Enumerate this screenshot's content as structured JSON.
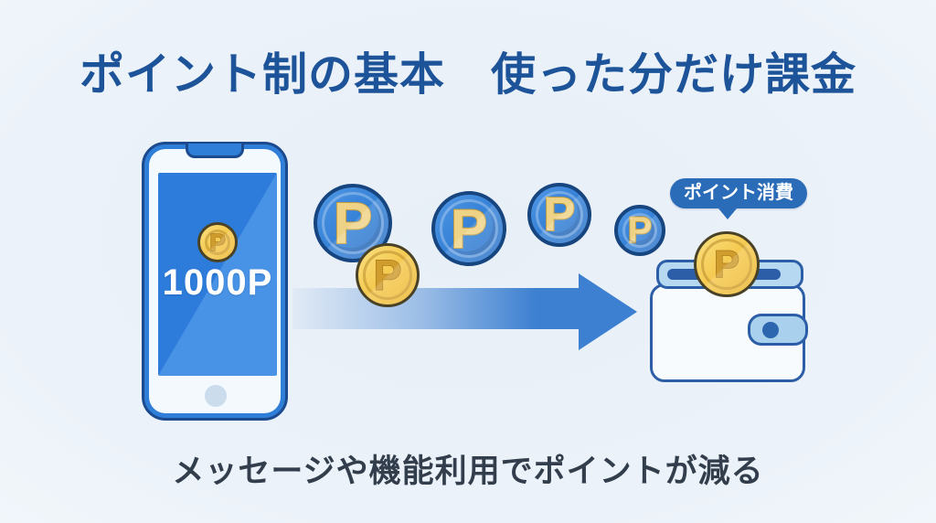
{
  "title": "ポイント制の基本　使った分だけ課金",
  "caption": "メッセージや機能利用でポイントが減る",
  "phone": {
    "coin_letter": "P",
    "balance": "1000P"
  },
  "flow_coins": {
    "c1": "P",
    "c2": "P",
    "c3": "P",
    "c4": "P",
    "c5": "P"
  },
  "wallet": {
    "bubble_label": "ポイント消費",
    "coin_letter": "P"
  },
  "colors": {
    "background": "#ebf2f9",
    "title_text": "#1d5499",
    "caption_text": "#333e4d",
    "phone_blue": "#2f7ed8",
    "screen_blue_dark": "#2d7cdb",
    "screen_blue_light": "#4993e6",
    "coin_blue": "#2f7dd4",
    "coin_blue_border": "#17457f",
    "coin_gold": "#f3c445",
    "coin_letter_gold": "#eed387",
    "arrow_blue": "#3d80d1",
    "wallet_border": "#2b5ea6",
    "wallet_flap": "#b6d8f1",
    "bubble_blue": "#2a6cb8"
  }
}
